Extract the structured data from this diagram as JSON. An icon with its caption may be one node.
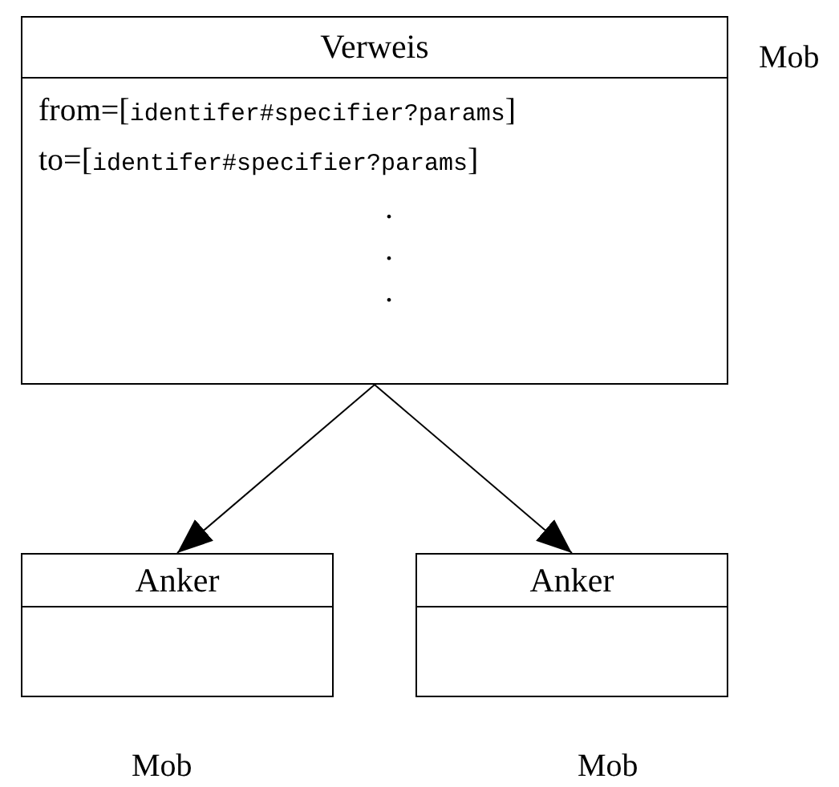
{
  "diagram": {
    "nodes": [
      {
        "text": [
          "Verweis",
          "from=[identifer#specifier?params]",
          "to=[identifer#specifier?params]",
          ".",
          ".",
          "."
        ],
        "beside": [
          "Mob"
        ]
      },
      {
        "text": [
          "Anker"
        ],
        "beside": [
          "Mob"
        ]
      },
      {
        "text": [
          "Anker"
        ],
        "beside": [
          "Mob"
        ]
      }
    ],
    "edges": [
      {
        "from": 0,
        "to": 1,
        "arrow": "to"
      },
      {
        "from": 0,
        "to": 2,
        "arrow": "to"
      }
    ]
  }
}
